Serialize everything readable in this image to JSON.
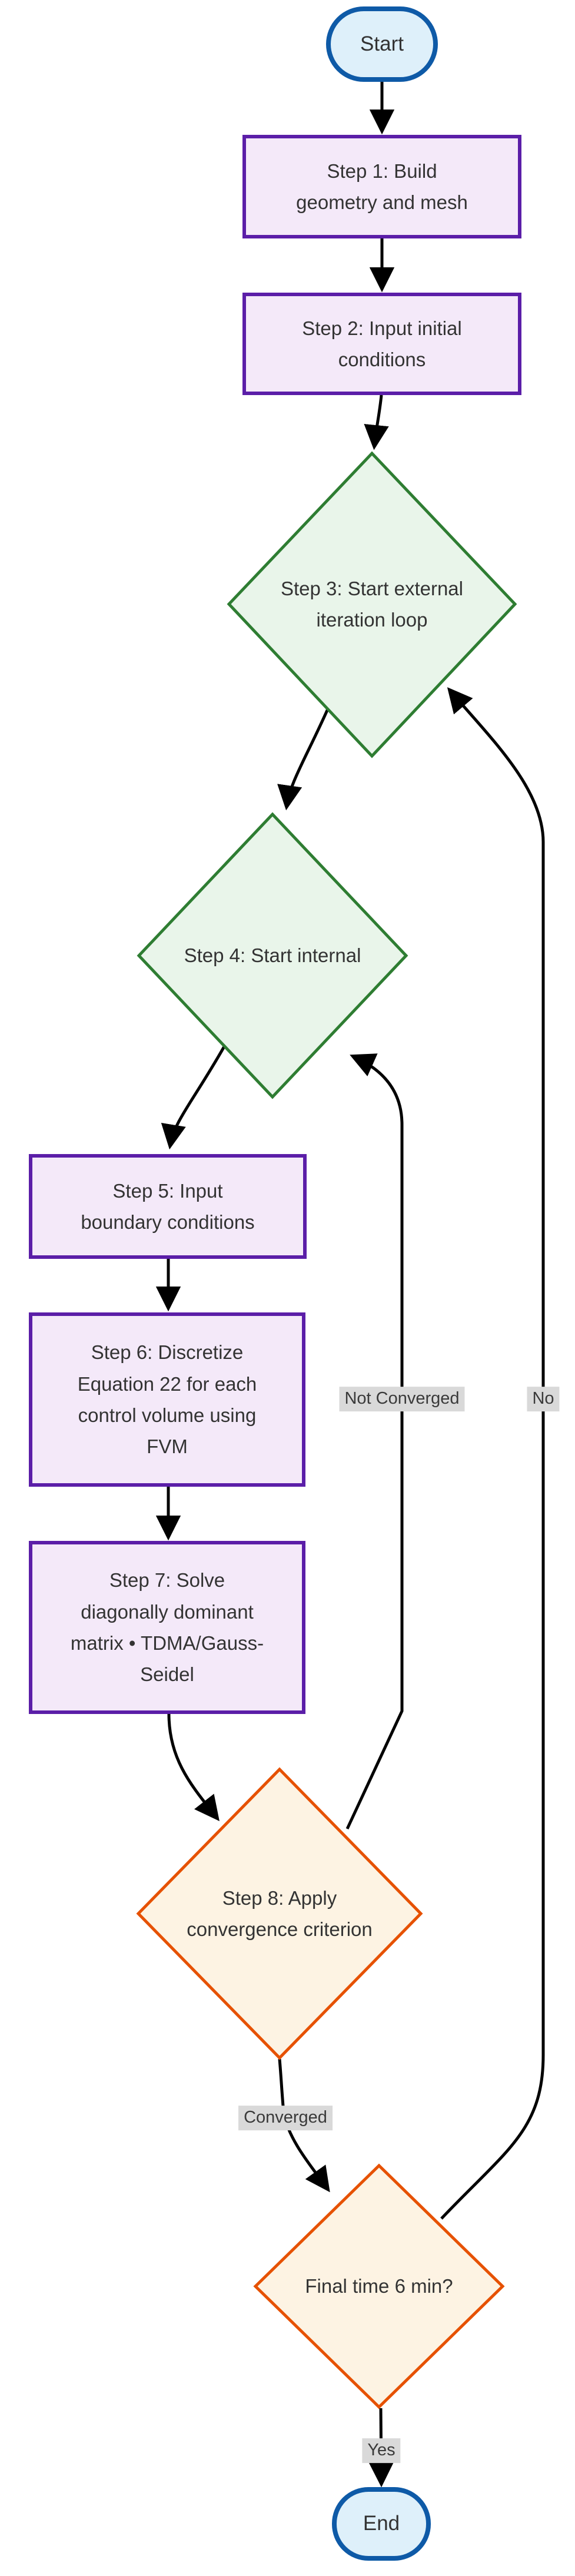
{
  "diagram": {
    "type": "flowchart",
    "direction": "top-down"
  },
  "nodes": {
    "start": {
      "label": "Start",
      "shape": "stadium"
    },
    "step1": {
      "label": "Step 1: Build\ngeometry and mesh",
      "shape": "rectangle"
    },
    "step2": {
      "label": "Step 2: Input initial\nconditions",
      "shape": "rectangle"
    },
    "step3": {
      "label": "Step 3: Start external\niteration loop",
      "shape": "diamond"
    },
    "step4": {
      "label": "Step 4: Start internal",
      "shape": "diamond"
    },
    "step5": {
      "label": "Step 5: Input\nboundary conditions",
      "shape": "rectangle"
    },
    "step6": {
      "label": "Step 6: Discretize\nEquation 22 for each\ncontrol volume using\nFVM",
      "shape": "rectangle"
    },
    "step7": {
      "label": "Step 7: Solve\ndiagonally dominant\nmatrix • TDMA/Gauss-\nSeidel",
      "shape": "rectangle"
    },
    "step8": {
      "label": "Step 8: Apply\nconvergence criterion",
      "shape": "diamond"
    },
    "final": {
      "label": "Final time 6 min?",
      "shape": "diamond"
    },
    "end": {
      "label": "End",
      "shape": "stadium"
    }
  },
  "edges": {
    "not_converged": {
      "label": "Not Converged",
      "from": "step8",
      "to": "step4"
    },
    "no": {
      "label": "No",
      "from": "final",
      "to": "step3"
    },
    "converged": {
      "label": "Converged",
      "from": "step8",
      "to": "final"
    },
    "yes": {
      "label": "Yes",
      "from": "final",
      "to": "end"
    }
  },
  "connections": [
    "start -> step1",
    "step1 -> step2",
    "step2 -> step3",
    "step3 -> step4",
    "step4 -> step5",
    "step5 -> step6",
    "step6 -> step7",
    "step7 -> step8",
    "step8 -> step4 (Not Converged)",
    "step8 -> final (Converged)",
    "final -> step3 (No)",
    "final -> end (Yes)"
  ],
  "colors": {
    "terminal_fill": "#def0fa",
    "terminal_border": "#0e5aa7",
    "process_fill": "#f4e9f9",
    "process_border": "#5b1ea8",
    "decision_green_fill": "#e9f5ea",
    "decision_green_border": "#2e7d32",
    "decision_orange_fill": "#fdf3e3",
    "decision_orange_border": "#e65100",
    "edge_color": "#000000",
    "edge_label_bg": "#d9d9d9",
    "text_color": "#333333"
  }
}
